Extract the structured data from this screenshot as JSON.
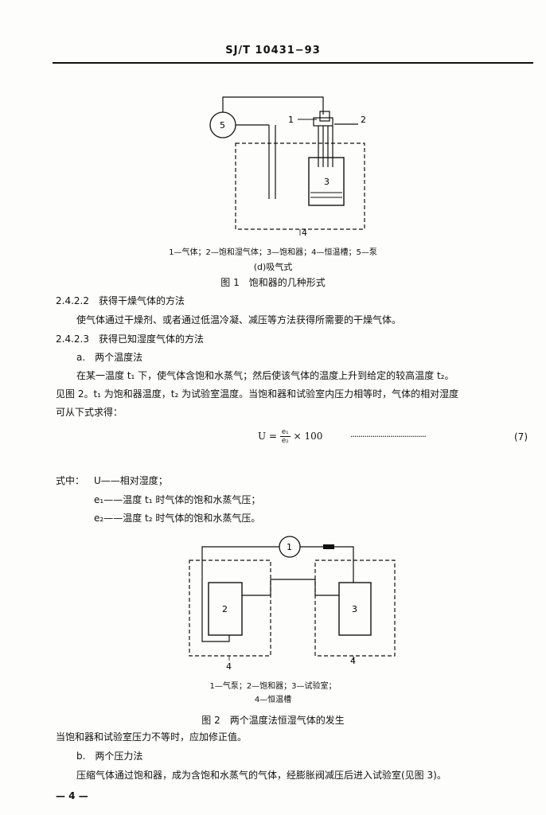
{
  "header": {
    "standard_number": "SJ/T 10431−93"
  },
  "figure1": {
    "labels": {
      "n1": "1",
      "n2": "2",
      "n3": "3",
      "n4": "4",
      "n5": "5"
    },
    "legend": "1—气体；2—饱和湿气体；3—饱和器；4—恒温槽；5—泵",
    "subcaption": "(d)吸气式",
    "caption": "图 1　饱和器的几种形式"
  },
  "sections": {
    "s2422_heading": "2.4.2.2　获得干燥气体的方法",
    "s2422_body": "使气体通过干燥剂、或者通过低温冷凝、减压等方法获得所需要的干燥气体。",
    "s2423_heading": "2.4.2.3　获得已知湿度气体的方法",
    "item_a": "a.　两个温度法",
    "para1_line1": "在某一温度 t₁ 下，使气体含饱和水蒸气；然后使该气体的温度上升到给定的较高温度 t₂。",
    "para1_line2": "见图 2。t₁ 为饱和器温度，t₂ 为试验室温度。当饱和器和试验室内压力相等时，气体的相对湿度",
    "para1_line3": "可从下式求得："
  },
  "formula": {
    "lhs": "U =",
    "numerator": "e₁",
    "denominator": "e₂",
    "rhs": "× 100",
    "leader": "······································",
    "number": "(7)"
  },
  "where": {
    "intro": "式中：",
    "def_U": "U——相对湿度；",
    "def_e1": "e₁——温度 t₁ 时气体的饱和水蒸气压；",
    "def_e2": "e₂——温度 t₂ 时气体的饱和水蒸气压。"
  },
  "figure2": {
    "labels": {
      "n1": "1",
      "n2": "2",
      "n3": "3",
      "n4a": "4",
      "n4b": "4"
    },
    "legend_line1": "1—气泵；2—饱和器；3—试验室；",
    "legend_line2": "4—恒温槽",
    "caption": "图 2　两个温度法恒湿气体的发生"
  },
  "after": {
    "line1": "当饱和器和试验室压力不等时，应加修正值。",
    "item_b": "b.　两个压力法",
    "line2": "压缩气体通过饱和器，成为含饱和水蒸气的气体，经膨胀阀减压后进入试验室(见图 3)。"
  },
  "footer": {
    "page_number": "— 4 —"
  }
}
